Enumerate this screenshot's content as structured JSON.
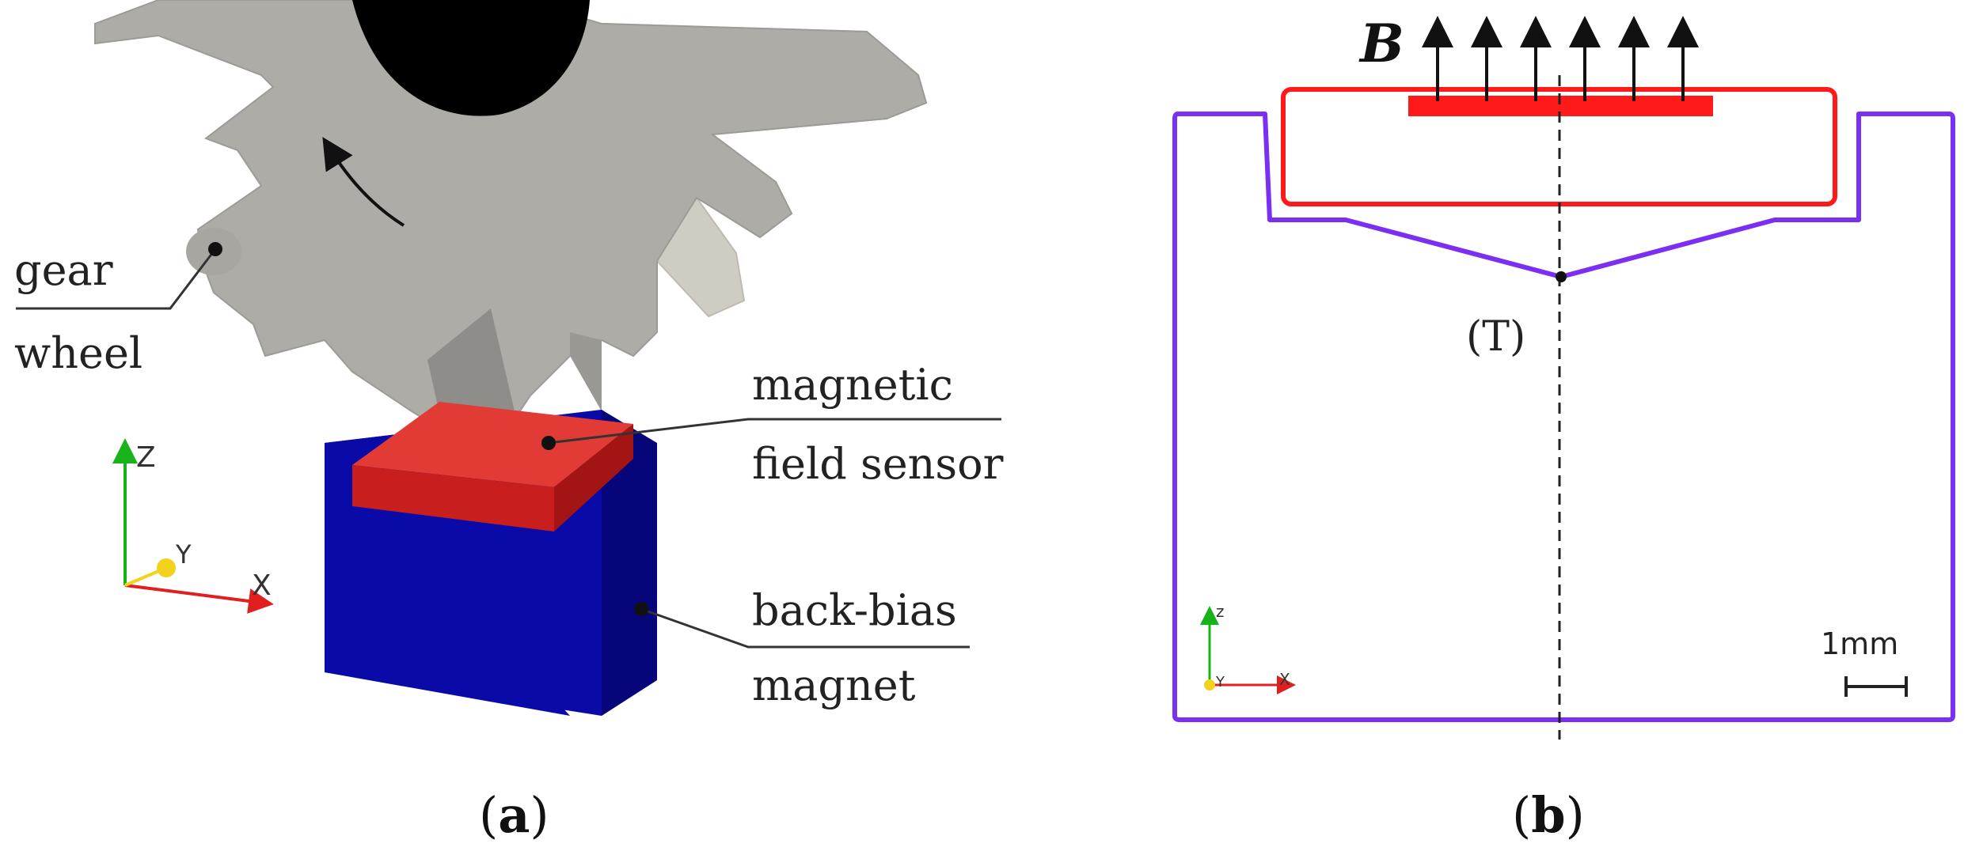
{
  "panel_a": {
    "caption_open": "(",
    "caption_letter": "a",
    "caption_close": ")",
    "labels": {
      "gear_line1": "gear",
      "gear_line2": "wheel",
      "sensor_line1": "magnetic",
      "sensor_line2": "field sensor",
      "magnet_line1": "back-bias",
      "magnet_line2": "magnet"
    },
    "axes": {
      "z": "Z",
      "y": "Y",
      "x": "X"
    }
  },
  "panel_b": {
    "caption_open": "(",
    "caption_letter": "b",
    "caption_close": ")",
    "field_label": "B",
    "point_label": "(T)",
    "scale_label": "1mm",
    "axes": {
      "z": "z",
      "y": "Y",
      "x": "X"
    }
  },
  "colors": {
    "gear_face": "#aeaca7",
    "gear_side": "#cfccc3",
    "gear_hole": "#000000",
    "magnet_front": "#0a0aa8",
    "magnet_side": "#06067a",
    "sensor_top": "#e23b35",
    "sensor_front": "#c81e1e",
    "outline_magnet": "#7b2ff2",
    "outline_sensor": "#ff1a1a",
    "axis_x": "#e0201e",
    "axis_y": "#f2d21b",
    "axis_z": "#18b31a"
  }
}
